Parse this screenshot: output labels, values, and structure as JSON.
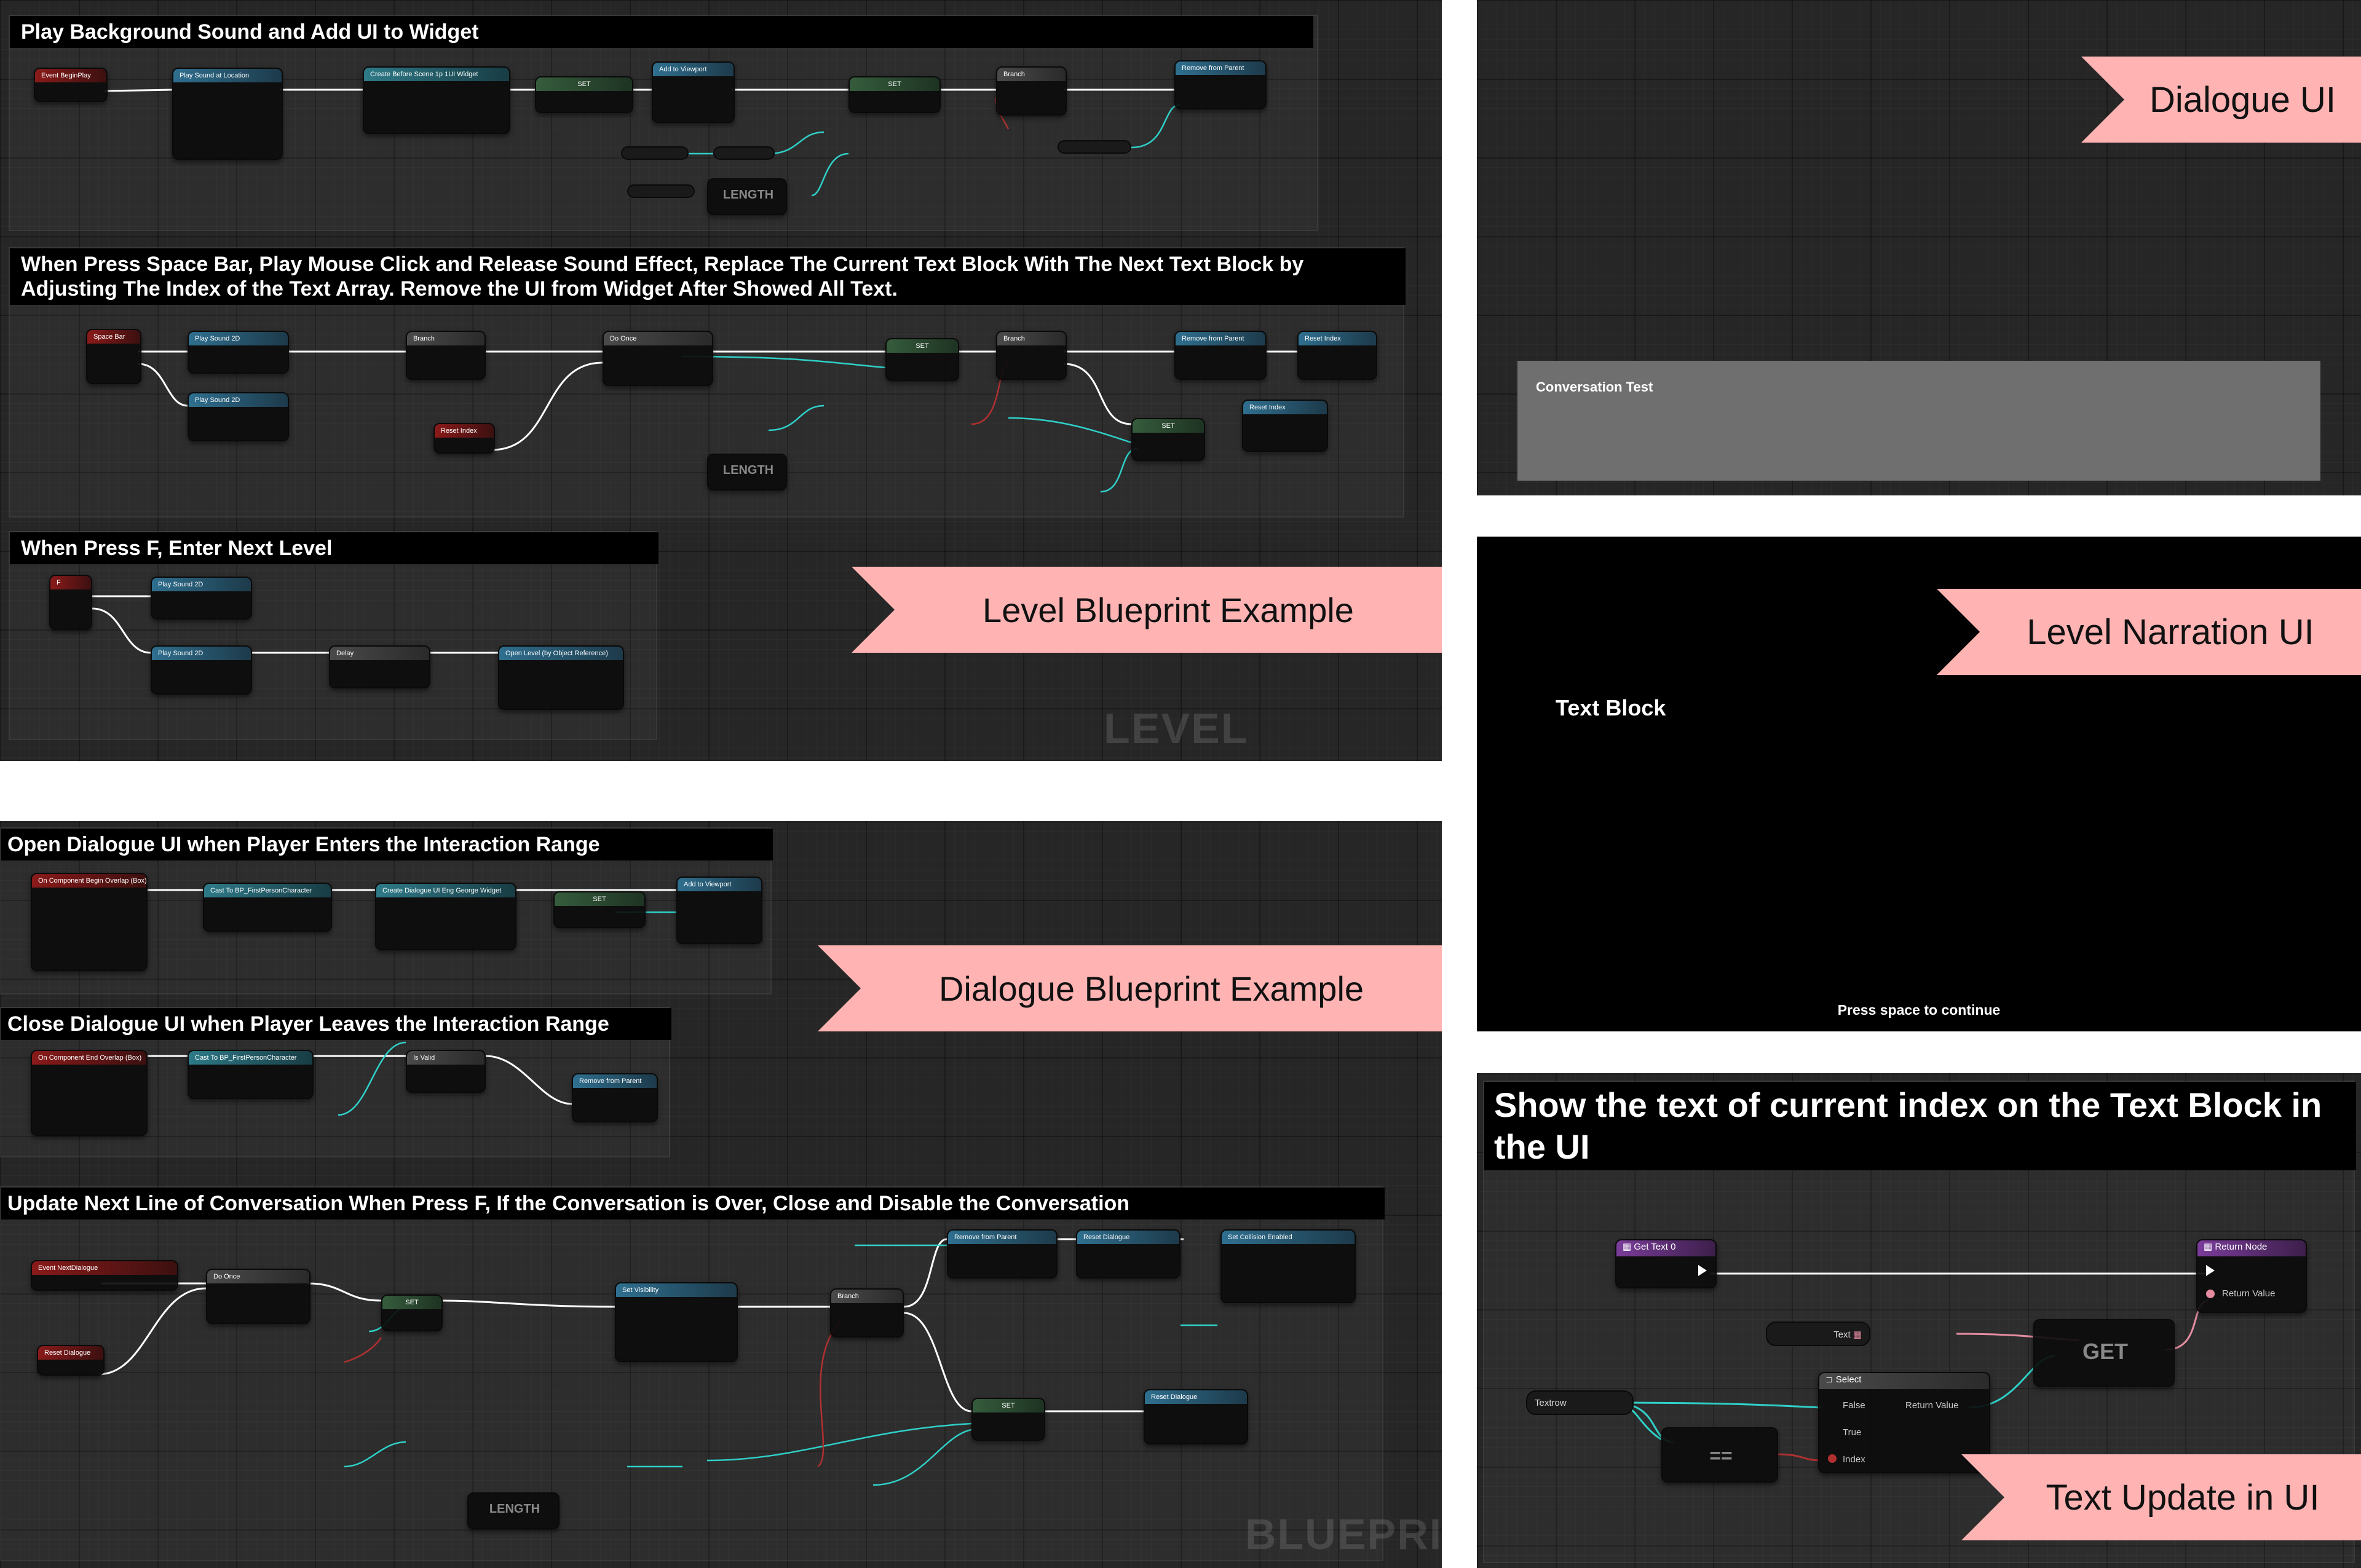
{
  "level_blueprint": {
    "comment_1": "Play Background Sound and Add UI to Widget",
    "comment_2": "When Press Space Bar, Play Mouse Click and Release Sound Effect, Replace The Current Text Block With The Next Text Block by Adjusting The Index of the Text Array. Remove the UI from Widget After Showed All Text.",
    "comment_3": "When Press F, Enter Next Level",
    "banner": "Level Blueprint Example",
    "watermark": "LEVEL BLUEPRINT",
    "nodes_1": {
      "begin_play": "Event BeginPlay",
      "play_sound_loc": "Play Sound at Location",
      "create_widget": "Create Before Scene 1p 1UI Widget",
      "set": "SET",
      "add_viewport": "Add to Viewport",
      "set2": "SET",
      "branch": "Branch",
      "remove_parent": "Remove from Parent",
      "length": "LENGTH"
    },
    "nodes_2": {
      "space_bar": "Space Bar",
      "play_sound_2d_a": "Play Sound 2D",
      "play_sound_2d_b": "Play Sound 2D",
      "branch": "Branch",
      "do_once": "Do Once",
      "set": "SET",
      "branch2": "Branch",
      "remove_parent": "Remove from Parent",
      "reset_index": "Reset Index",
      "reset_index_2": "Reset Index",
      "reset_index_event": "Reset Index",
      "length": "LENGTH"
    },
    "nodes_3": {
      "f_key": "F",
      "play_sound_2d_a": "Play Sound 2D",
      "play_sound_2d_b": "Play Sound 2D",
      "delay": "Delay",
      "open_level": "Open Level (by Object Reference)"
    }
  },
  "dialogue_blueprint": {
    "comment_1": "Open Dialogue UI when Player Enters the Interaction Range",
    "comment_2": "Close Dialogue UI when Player Leaves the Interaction Range",
    "comment_3": "Update Next Line of Conversation When Press F, If the Conversation is Over, Close and Disable the Conversation",
    "banner": "Dialogue Blueprint Example",
    "watermark": "BLUEPRINT",
    "nodes_1": {
      "begin_overlap": "On Component Begin Overlap (Box)",
      "cast": "Cast To BP_FirstPersonCharacter",
      "create_widget": "Create Dialogue UI Eng George Widget",
      "set": "SET",
      "add_viewport": "Add to Viewport"
    },
    "nodes_2": {
      "end_overlap": "On Component End Overlap (Box)",
      "cast": "Cast To BP_FirstPersonCharacter",
      "is_valid": "Is Valid",
      "remove_parent": "Remove from Parent"
    },
    "nodes_3": {
      "event_next": "Event NextDialogue",
      "reset_dialogue": "Reset Dialogue",
      "do_once": "Do Once",
      "set": "SET",
      "set_visibility": "Set Visibility",
      "branch": "Branch",
      "remove_parent": "Remove from Parent",
      "reset_dialogue_2": "Reset Dialogue",
      "set_collision": "Set Collision Enabled",
      "set2": "SET",
      "reset_dialogue_3": "Reset Dialogue",
      "length": "LENGTH"
    }
  },
  "dialogue_ui": {
    "banner": "Dialogue UI",
    "conversation_text": "Conversation Test"
  },
  "narration_ui": {
    "banner": "Level Narration UI",
    "text_block": "Text Block",
    "press_space": "Press space to continue"
  },
  "text_update": {
    "comment": "Show the text of current index on the Text Block in the UI",
    "banner": "Text Update in UI",
    "get_text_node": "Get Text 0",
    "return_node": "Return Node",
    "return_value": "Return Value",
    "text_var": "Text",
    "get_op": "GET",
    "textrow_var": "Textrow",
    "select_node": "Select",
    "select_false": "False",
    "select_true": "True",
    "select_index": "Index",
    "select_return": "Return Value",
    "eq_op": "=="
  },
  "colors": {
    "banner_pink": "#ffb3b3",
    "graph_bg": "#262626",
    "exec_wire": "#ffffff",
    "data_wire_teal": "#2fd0c8",
    "data_wire_red": "#b03030",
    "data_wire_pink": "#e58ca0"
  }
}
